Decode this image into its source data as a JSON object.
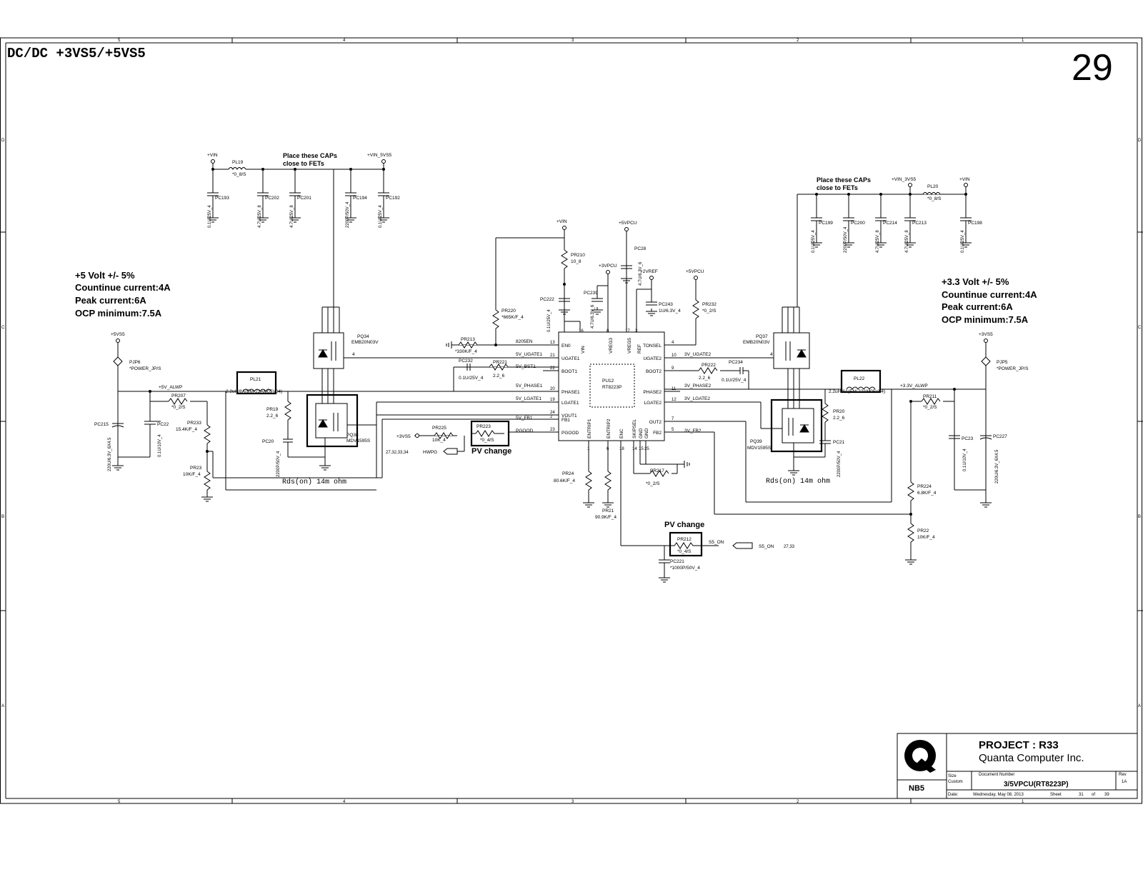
{
  "sheet": {
    "title": "DC/DC +3VS5/+5VS5",
    "page_number": "29",
    "border_columns": [
      "5",
      "4",
      "3",
      "2",
      "1"
    ],
    "border_rows": [
      "D",
      "C",
      "B",
      "A"
    ]
  },
  "notes": {
    "left_spec": [
      "+5 Volt +/- 5%",
      "Countinue current:4A",
      "Peak current:6A",
      "OCP minimum:7.5A"
    ],
    "right_spec": [
      "+3.3 Volt +/- 5%",
      "Countinue current:4A",
      "Peak current:6A",
      "OCP minimum:7.5A"
    ],
    "caps_note_left": [
      "Place these CAPs",
      "close to FETs"
    ],
    "caps_note_right": [
      "Place these CAPs",
      "close to FETs"
    ],
    "pv_change_1": "PV change",
    "pv_change_2": "PV change",
    "rds_left": "Rds(on) 14m ohm",
    "rds_right": "Rds(on) 14m ohm"
  },
  "ic": {
    "ref": "PU12",
    "part": "RT8223P",
    "left_pins": [
      {
        "num": "13",
        "name": "EN0",
        "net": "8205EN"
      },
      {
        "num": "21",
        "name": "UGATE1",
        "net": "5V_UGATE1"
      },
      {
        "num": "22",
        "name": "BOOT1",
        "net": "5V_BST1"
      },
      {
        "num": "20",
        "name": "PHASE1",
        "net": "5V_PHASE1"
      },
      {
        "num": "19",
        "name": "LGATE1",
        "net": "5V_LGATE1"
      },
      {
        "num": "24",
        "name": "VOUT1",
        "net": ""
      },
      {
        "num": "2",
        "name": "FB1",
        "net": "5V_FB1"
      },
      {
        "num": "23",
        "name": "PGOOD",
        "net": "PGOOD"
      }
    ],
    "right_pins": [
      {
        "num": "4",
        "name": "TONSEL",
        "net": ""
      },
      {
        "num": "10",
        "name": "UGATE2",
        "net": "3V_UGATE2"
      },
      {
        "num": "9",
        "name": "BOOT2",
        "net": ""
      },
      {
        "num": "11",
        "name": "PHASE2",
        "net": "3V_PHASE2"
      },
      {
        "num": "12",
        "name": "LGATE2",
        "net": "3V_LGATE2"
      },
      {
        "num": "7",
        "name": "OUT2",
        "net": ""
      },
      {
        "num": "5",
        "name": "FB2",
        "net": "3V_FB2"
      }
    ],
    "top_pins": [
      {
        "num": "16",
        "name": "VIN"
      },
      {
        "num": "8",
        "name": "VREG3"
      },
      {
        "num": "17",
        "name": "VREG5"
      },
      {
        "num": "3",
        "name": "REF"
      }
    ],
    "bottom_pins": [
      {
        "num": "1",
        "name": "ENTRIP1"
      },
      {
        "num": "6",
        "name": "ENTRIP2"
      },
      {
        "num": "18",
        "name": "ENC"
      },
      {
        "num": "14",
        "name": "SKIPSEL"
      },
      {
        "num": "15",
        "name": "GND"
      },
      {
        "num": "25",
        "name": "GND"
      }
    ]
  },
  "components": {
    "PL19": [
      "PL19",
      "*0_8/S"
    ],
    "PC193": [
      "PC193",
      "0.1U/25V_4"
    ],
    "PC202": [
      "PC202",
      "4.7U/25V_8"
    ],
    "PC201": [
      "PC201",
      "4.7U/25V_8"
    ],
    "PC194": [
      "PC194",
      "2200P/50V_4"
    ],
    "PC192": [
      "PC192",
      "0.1U/25V_4"
    ],
    "PQ34": [
      "PQ34",
      "EMB20N03V"
    ],
    "PQ38": [
      "PQ38",
      "MDV1595S"
    ],
    "PL21": [
      "PL21",
      "2.2uH/8A(EM-22AM05V04)"
    ],
    "PR19": [
      "PR19",
      "2.2_6"
    ],
    "PC20": [
      "PC20",
      "2200P/50V_4"
    ],
    "PJP6": [
      "PJP6",
      "*POWER_JP/S"
    ],
    "PR207": [
      "PR207",
      "*0_2/S"
    ],
    "PC215": [
      "PC215",
      "220U/6.3V_6X4.5"
    ],
    "PC22": [
      "PC22",
      "0.1U/10V_4"
    ],
    "PR233": [
      "PR233",
      "15.4K/F_4"
    ],
    "PR23": [
      "PR23",
      "10K/F_4"
    ],
    "PR220": [
      "PR220",
      "*665K/F_4"
    ],
    "PR213": [
      "PR213",
      "*330K/F_4"
    ],
    "PC232": [
      "PC232",
      "0.1U/25V_4"
    ],
    "PR221": [
      "PR221",
      "2.2_6"
    ],
    "PR210": [
      "PR210",
      "10_8"
    ],
    "PC222": [
      "PC222",
      "0.1U/25V_4"
    ],
    "PC239": [
      "PC239",
      "4.7U/6.3V_6"
    ],
    "PC28": [
      "PC28",
      "4.7U/6.3V_6"
    ],
    "PC243": [
      "PC243",
      "1U/6.3V_4"
    ],
    "PR232": [
      "PR232",
      "*0_2/S"
    ],
    "PR225": [
      "PR225",
      "10K_4"
    ],
    "PR223": [
      "PR223",
      "*0_4/S"
    ],
    "PR24": [
      "PR24",
      "80.6K/F_4"
    ],
    "PR21": [
      "PR21",
      "90.9K/F_4"
    ],
    "PR217": [
      "PR217",
      "*0_2/S"
    ],
    "PR212": [
      "PR212",
      "*0_4/S"
    ],
    "PC221": [
      "PC221",
      "*1000P/50V_4"
    ],
    "PR222": [
      "PR222",
      "2.2_6"
    ],
    "PC234": [
      "PC234",
      "0.1U/25V_4"
    ],
    "PQ37": [
      "PQ37",
      "EMB20N03V"
    ],
    "PQ39": [
      "PQ39",
      "MDV1595S"
    ],
    "PL22": [
      "PL22",
      "2.2uH/8A(EM-22AM05V04)"
    ],
    "PR20": [
      "PR20",
      "2.2_6"
    ],
    "PC21": [
      "PC21",
      "2200P/50V_4"
    ],
    "PR211": [
      "PR211",
      "*0_2/S"
    ],
    "PC23": [
      "PC23",
      "0.1U/10V_4"
    ],
    "PC227": [
      "PC227",
      "220U/6.3V_6X4.5"
    ],
    "PJP5": [
      "PJP5",
      "*POWER_JP/S"
    ],
    "PR224": [
      "PR224",
      "6.8K/F_4"
    ],
    "PR22": [
      "PR22",
      "10K/F_4"
    ],
    "PL20": [
      "PL20",
      "*0_8/S"
    ],
    "PC199": [
      "PC199",
      "0.1U/25V_4"
    ],
    "PC200": [
      "PC200",
      "2200P/50V_4"
    ],
    "PC214": [
      "PC214",
      "4.7U/25V_8"
    ],
    "PC213": [
      "PC213",
      "4.7U/25V_8"
    ],
    "PC198": [
      "PC198",
      "0.1U/25V_4"
    ]
  },
  "nets": {
    "vin": "+VIN",
    "vin_5vs5": "+VIN_5VS5",
    "vin_3vs5": "+VIN_3VS5",
    "p5vpcu": "+5VPCU",
    "p3vpcu": "+3VPCU",
    "p2vref": "+2VREF",
    "p5vs5": "+5VS5",
    "p3vs5": "+3VS5",
    "p5v_alwp": "+5V_ALWP",
    "p33v_alwp": "+3.3V_ALWP",
    "p3vs5_in": "+3VS5",
    "hwpg": "HWPG",
    "hwpg_pages": "27,32,33,34",
    "s5_on": "S5_ON",
    "s5_on_label": "S5_ON",
    "s5_on_pages": "27,33"
  },
  "title_block": {
    "logo_text": "NB5",
    "project": "PROJECT : R33",
    "company": "Quanta Computer Inc.",
    "size_label": "Size",
    "size_value": "Custom",
    "docnum_label": "Document Number",
    "docnum_value": "3/5VPCU(RT8223P)",
    "rev_label": "Rev",
    "rev_value": "1A",
    "date_label": "Date:",
    "date_value": "Wednesday, May 08, 2013",
    "sheet_label": "Sheet",
    "sheet_value": "31",
    "of_label": "of",
    "of_value": "39"
  }
}
